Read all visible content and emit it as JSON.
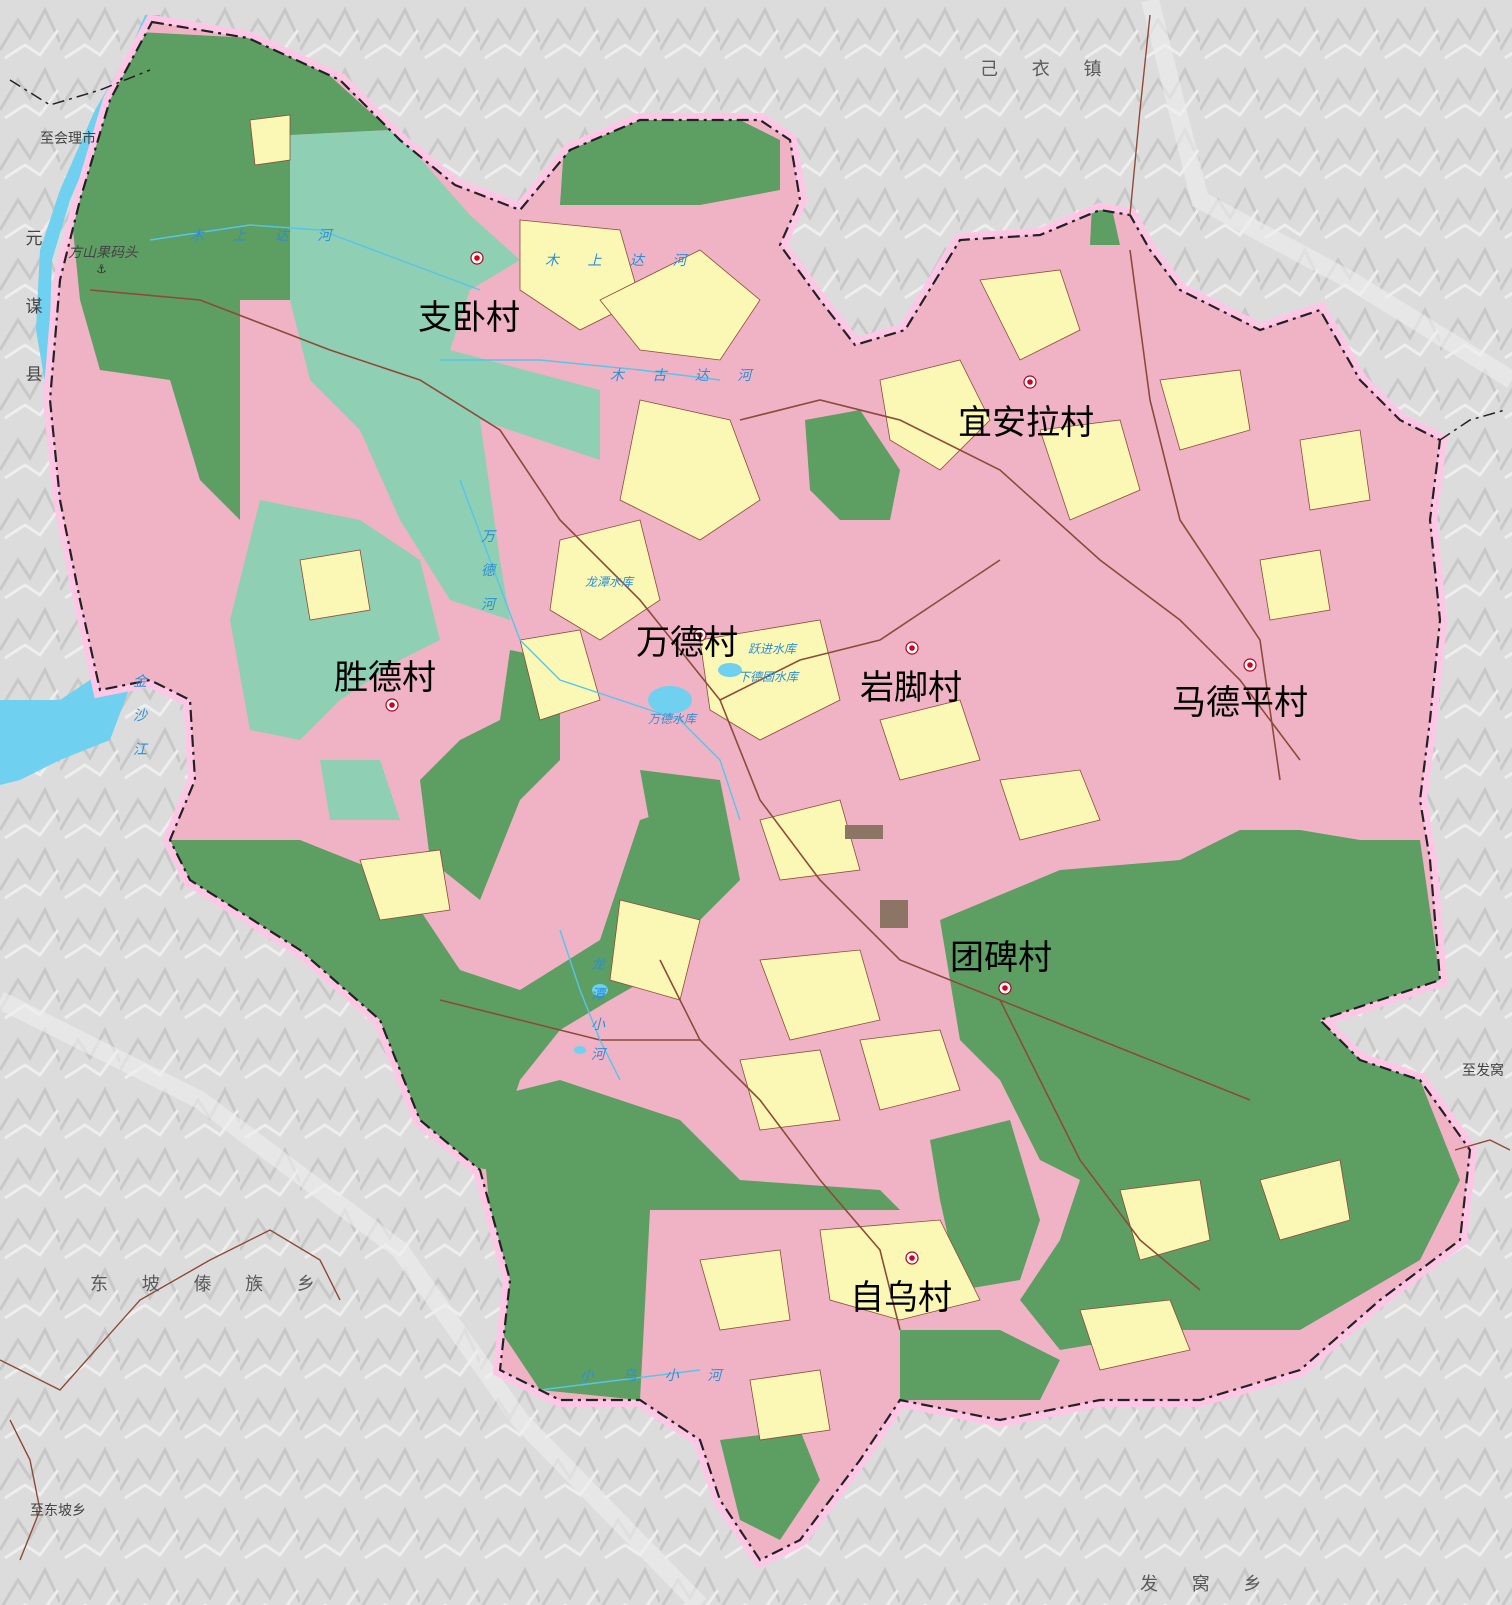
{
  "map": {
    "colors": {
      "terrain": "#d9d9d9",
      "hillshade_dark": "#c4c4c4",
      "base_pink": "#f0b3c6",
      "forest_green": "#5d9e63",
      "light_teal": "#8fcfb4",
      "cropland_yellow": "#fbf8b6",
      "water_blue": "#6fd0ef",
      "boundary_halo": "#ffc6e6",
      "boundary_line": "#222222",
      "road_brown": "#8c4b38",
      "river_text": "#2a8fd6",
      "construction": "#8d7566"
    },
    "villages": [
      {
        "name": "支卧村",
        "marker": "village-seat-icon"
      },
      {
        "name": "宜安拉村",
        "marker": "village-seat-icon"
      },
      {
        "name": "万德村",
        "marker": "village-seat-icon"
      },
      {
        "name": "岩脚村",
        "marker": "village-seat-icon"
      },
      {
        "name": "马德平村",
        "marker": "village-seat-icon"
      },
      {
        "name": "胜德村",
        "marker": "village-seat-icon"
      },
      {
        "name": "团碑村",
        "marker": "village-seat-icon"
      },
      {
        "name": "自乌村",
        "marker": "village-seat-icon"
      }
    ],
    "towns": {
      "yiyi": "己 衣 镇",
      "dongpo": "东 坡 傣 族 乡",
      "fawo": "发 窝 乡"
    },
    "places": {
      "huili": "至会理市",
      "dongpo_to": "至东坡乡",
      "fawo_to": "至发窝",
      "dock": "方山果码头"
    },
    "county": [
      "元",
      "谋",
      "县"
    ],
    "rivers": {
      "jinsha": [
        "金",
        "沙",
        "江"
      ],
      "wande": [
        "万",
        "德",
        "河"
      ],
      "longtan": [
        "龙",
        "潭",
        "小",
        "河"
      ],
      "mu1": "木 上 达 河",
      "mu2": "木 上 达 河",
      "mu3": "木 古 达 河",
      "bottom": "小 乌 小 河"
    },
    "water_small": {
      "a": "龙潭水库",
      "b": "万德水库",
      "c": "跃进水库",
      "d": "下德固水库"
    }
  }
}
